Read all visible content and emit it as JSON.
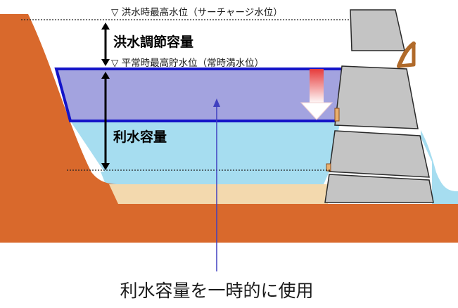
{
  "labels": {
    "surcharge_level": "▽ 洪水時最高水位（サーチャージ水位）",
    "flood_capacity": "洪水調節容量",
    "normal_level": "▽ 平常時最高貯水位（常時満水位）",
    "water_use_capacity": "利水容量",
    "caption": "利水容量を一時的に使用"
  },
  "colors": {
    "ground": "#d9692c",
    "water": "#a6ddf0",
    "sediment": "#f3d9ae",
    "flood_zone_fill": "#a3a3df",
    "flood_zone_border": "#1414c8",
    "dam": "#c4c4c4",
    "dam_outline": "#2a2a2a",
    "gate": "#b06a2a",
    "arrow_red": "#e63a3a",
    "indicator_line": "#4040c0"
  },
  "icons": {
    "down_arrow": "down-arrow-icon",
    "double_arrow": "double-headed-arrow-icon",
    "radial_gate": "radial-gate-icon"
  }
}
